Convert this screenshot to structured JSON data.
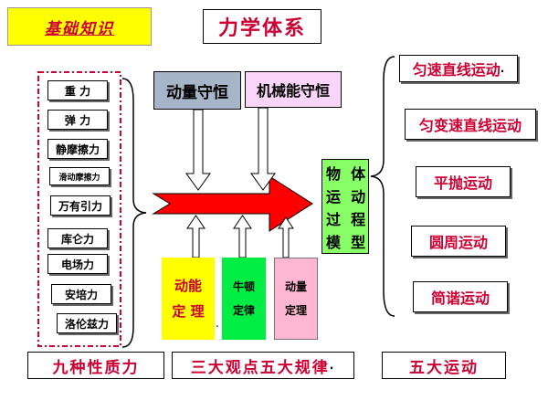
{
  "header": {
    "badge": "基础知识",
    "title": "力学体系"
  },
  "conservation": {
    "momentum": "动量守恒",
    "mechanical_energy": "机械能守恒"
  },
  "forces": [
    "重  力",
    "弹  力",
    "静摩擦力",
    "滑动摩擦力",
    "万有引力",
    "库仑力",
    "电场力",
    "安培力",
    "洛伦兹力"
  ],
  "center_box": [
    "物  体",
    "运  动",
    "过  程",
    "模  型"
  ],
  "theorems": {
    "kinetic_energy": [
      "动能",
      "定 理"
    ],
    "newton": [
      "牛顿",
      "定律"
    ],
    "momentum": [
      "动量",
      "定理"
    ]
  },
  "motions": [
    "匀速直线运动",
    "匀变速直线运动",
    "平抛运动",
    "圆周运动",
    "简谐运动"
  ],
  "bottom": {
    "forces_label": "九种性质力",
    "laws_label": "三大观点五大规律",
    "motions_label": "五大运动"
  },
  "colors": {
    "badge_bg": "#ffff00",
    "badge_text": "#cc0033",
    "title_text": "#cc0033",
    "momentum_bg": "#a6b6c8",
    "mechanical_bg": "#f9d6f9",
    "kinetic_bg": "#ffff00",
    "newton_bg": "#00ee44",
    "momentum_theorem_bg": "#ffb6d0",
    "center_bg": "#88ff66",
    "arrow_red": "#ff0000",
    "force_frame": "#cc0033"
  }
}
